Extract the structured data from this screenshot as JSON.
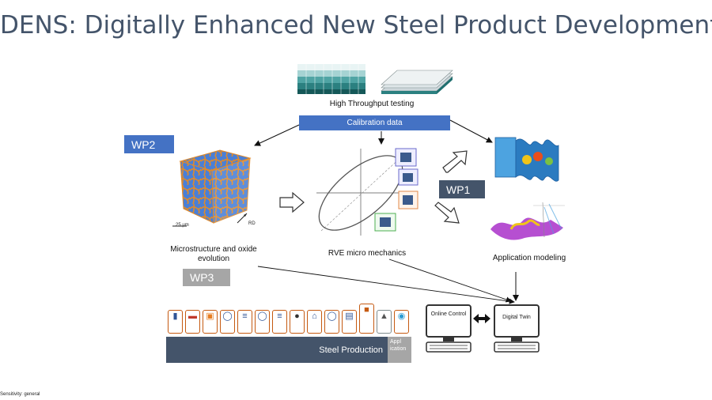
{
  "title": "DENS: Digitally Enhanced New Steel Product Development",
  "top_panel": {
    "caption": "High Throughput testing",
    "calibration_label": "Calibration data"
  },
  "work_packages": {
    "wp1": "WP1",
    "wp2": "WP2",
    "wp3": "WP3"
  },
  "captions": {
    "microstructure": "Microstructure and oxide evolution",
    "rve": "RVE micro mechanics",
    "application": "Application modeling"
  },
  "steel_production": {
    "label": "Steel Production",
    "application_label": "Appl ication"
  },
  "computers": {
    "online_control": "Online Control",
    "digital_twin": "Digital Twin"
  },
  "footer": {
    "sensitivity": "Sensitivity: general"
  },
  "colors": {
    "title": "#44546a",
    "calibration_bar": "#4472c4",
    "wp2": "#4472c4",
    "wp1": "#44546a",
    "wp3": "#a6a6a6",
    "steel_bar": "#44546a",
    "process_border": "#c55a11"
  }
}
